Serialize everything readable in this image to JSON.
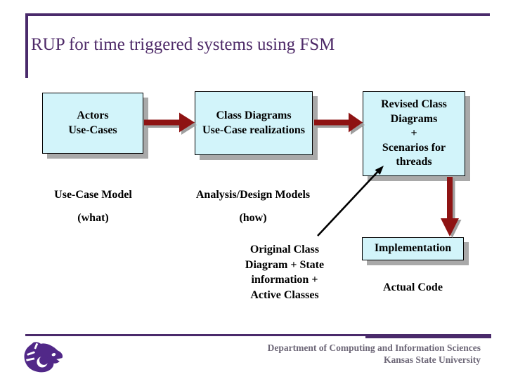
{
  "slide": {
    "title": "RUP for time triggered systems using FSM"
  },
  "diagram": {
    "boxes": {
      "actors": {
        "lines": [
          "Actors",
          "Use-Cases"
        ]
      },
      "class_diagrams": {
        "lines": [
          "Class Diagrams",
          "Use-Case realizations"
        ]
      },
      "revised": {
        "lines": [
          "Revised Class",
          "Diagrams",
          "+",
          "Scenarios for",
          "threads"
        ]
      },
      "implementation": {
        "lines": [
          "Implementation"
        ]
      }
    },
    "labels": {
      "use_case_model": "Use-Case Model",
      "what": "(what)",
      "analysis_design": "Analysis/Design Models",
      "how": "(how)",
      "original": {
        "lines": [
          "Original Class",
          "Diagram + State",
          "information +",
          "Active Classes"
        ]
      },
      "actual_code": "Actual Code"
    },
    "arrows": [
      {
        "name": "actors-to-class-diagrams",
        "direction": "right"
      },
      {
        "name": "class-diagrams-to-revised",
        "direction": "right"
      },
      {
        "name": "revised-to-implementation",
        "direction": "down"
      },
      {
        "name": "original-to-revised",
        "direction": "up-right",
        "style": "thin-black"
      }
    ]
  },
  "footer": {
    "department": "Department of Computing and Information Sciences",
    "university": "Kansas State University",
    "logo": "ksu-powercat"
  },
  "colors": {
    "accent_purple": "#4a2a6b",
    "title_purple": "#4e2a68",
    "box_fill": "#d2f4fa",
    "box_shadow": "#a9a9a9",
    "arrow_red": "#8e1313",
    "logo_purple": "#512888",
    "footer_text": "#6e6878"
  }
}
